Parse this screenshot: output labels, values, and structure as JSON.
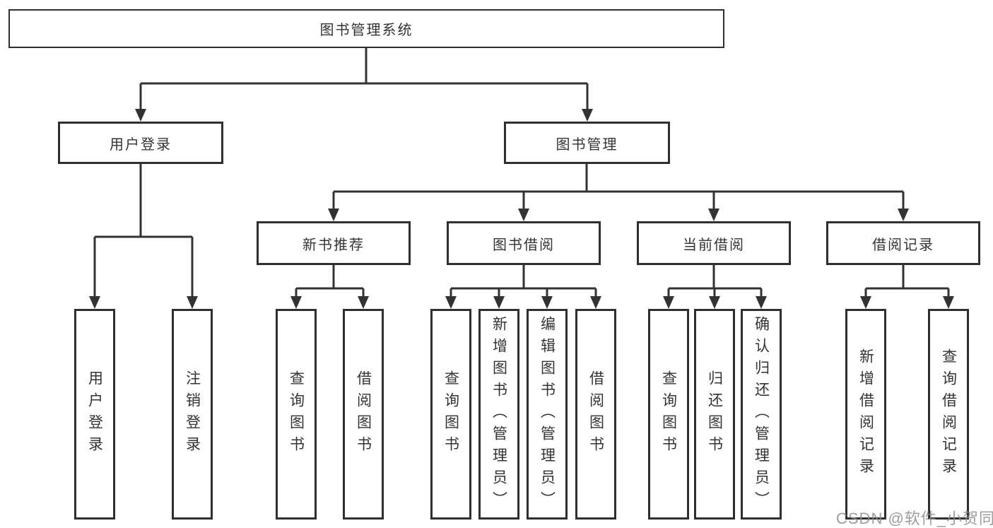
{
  "diagram": {
    "type": "hierarchy",
    "root": {
      "label": "图书管理系统"
    },
    "level2": [
      {
        "label": "用户登录",
        "children": [
          {
            "label": "用户登录"
          },
          {
            "label": "注销登录"
          }
        ]
      },
      {
        "label": "图书管理",
        "children": [
          {
            "label": "新书推荐",
            "children": [
              {
                "label": "查询图书"
              },
              {
                "label": "借阅图书"
              }
            ]
          },
          {
            "label": "图书借阅",
            "children": [
              {
                "label": "查询图书"
              },
              {
                "label": "新增图书（管理员）"
              },
              {
                "label": "编辑图书（管理员）"
              },
              {
                "label": "借阅图书"
              }
            ]
          },
          {
            "label": "当前借阅",
            "children": [
              {
                "label": "查询图书"
              },
              {
                "label": "归还图书"
              },
              {
                "label": "确认归还（管理员）"
              }
            ]
          },
          {
            "label": "借阅记录",
            "children": [
              {
                "label": "新增借阅记录"
              },
              {
                "label": "查询借阅记录"
              }
            ]
          }
        ]
      }
    ]
  },
  "watermark": {
    "text": "CSDN @软件_小贺同学"
  },
  "colors": {
    "line": "#333333",
    "border": "#2f2f2f",
    "text": "#333333",
    "watermark": "#8c8c8c",
    "background": "#ffffff"
  }
}
